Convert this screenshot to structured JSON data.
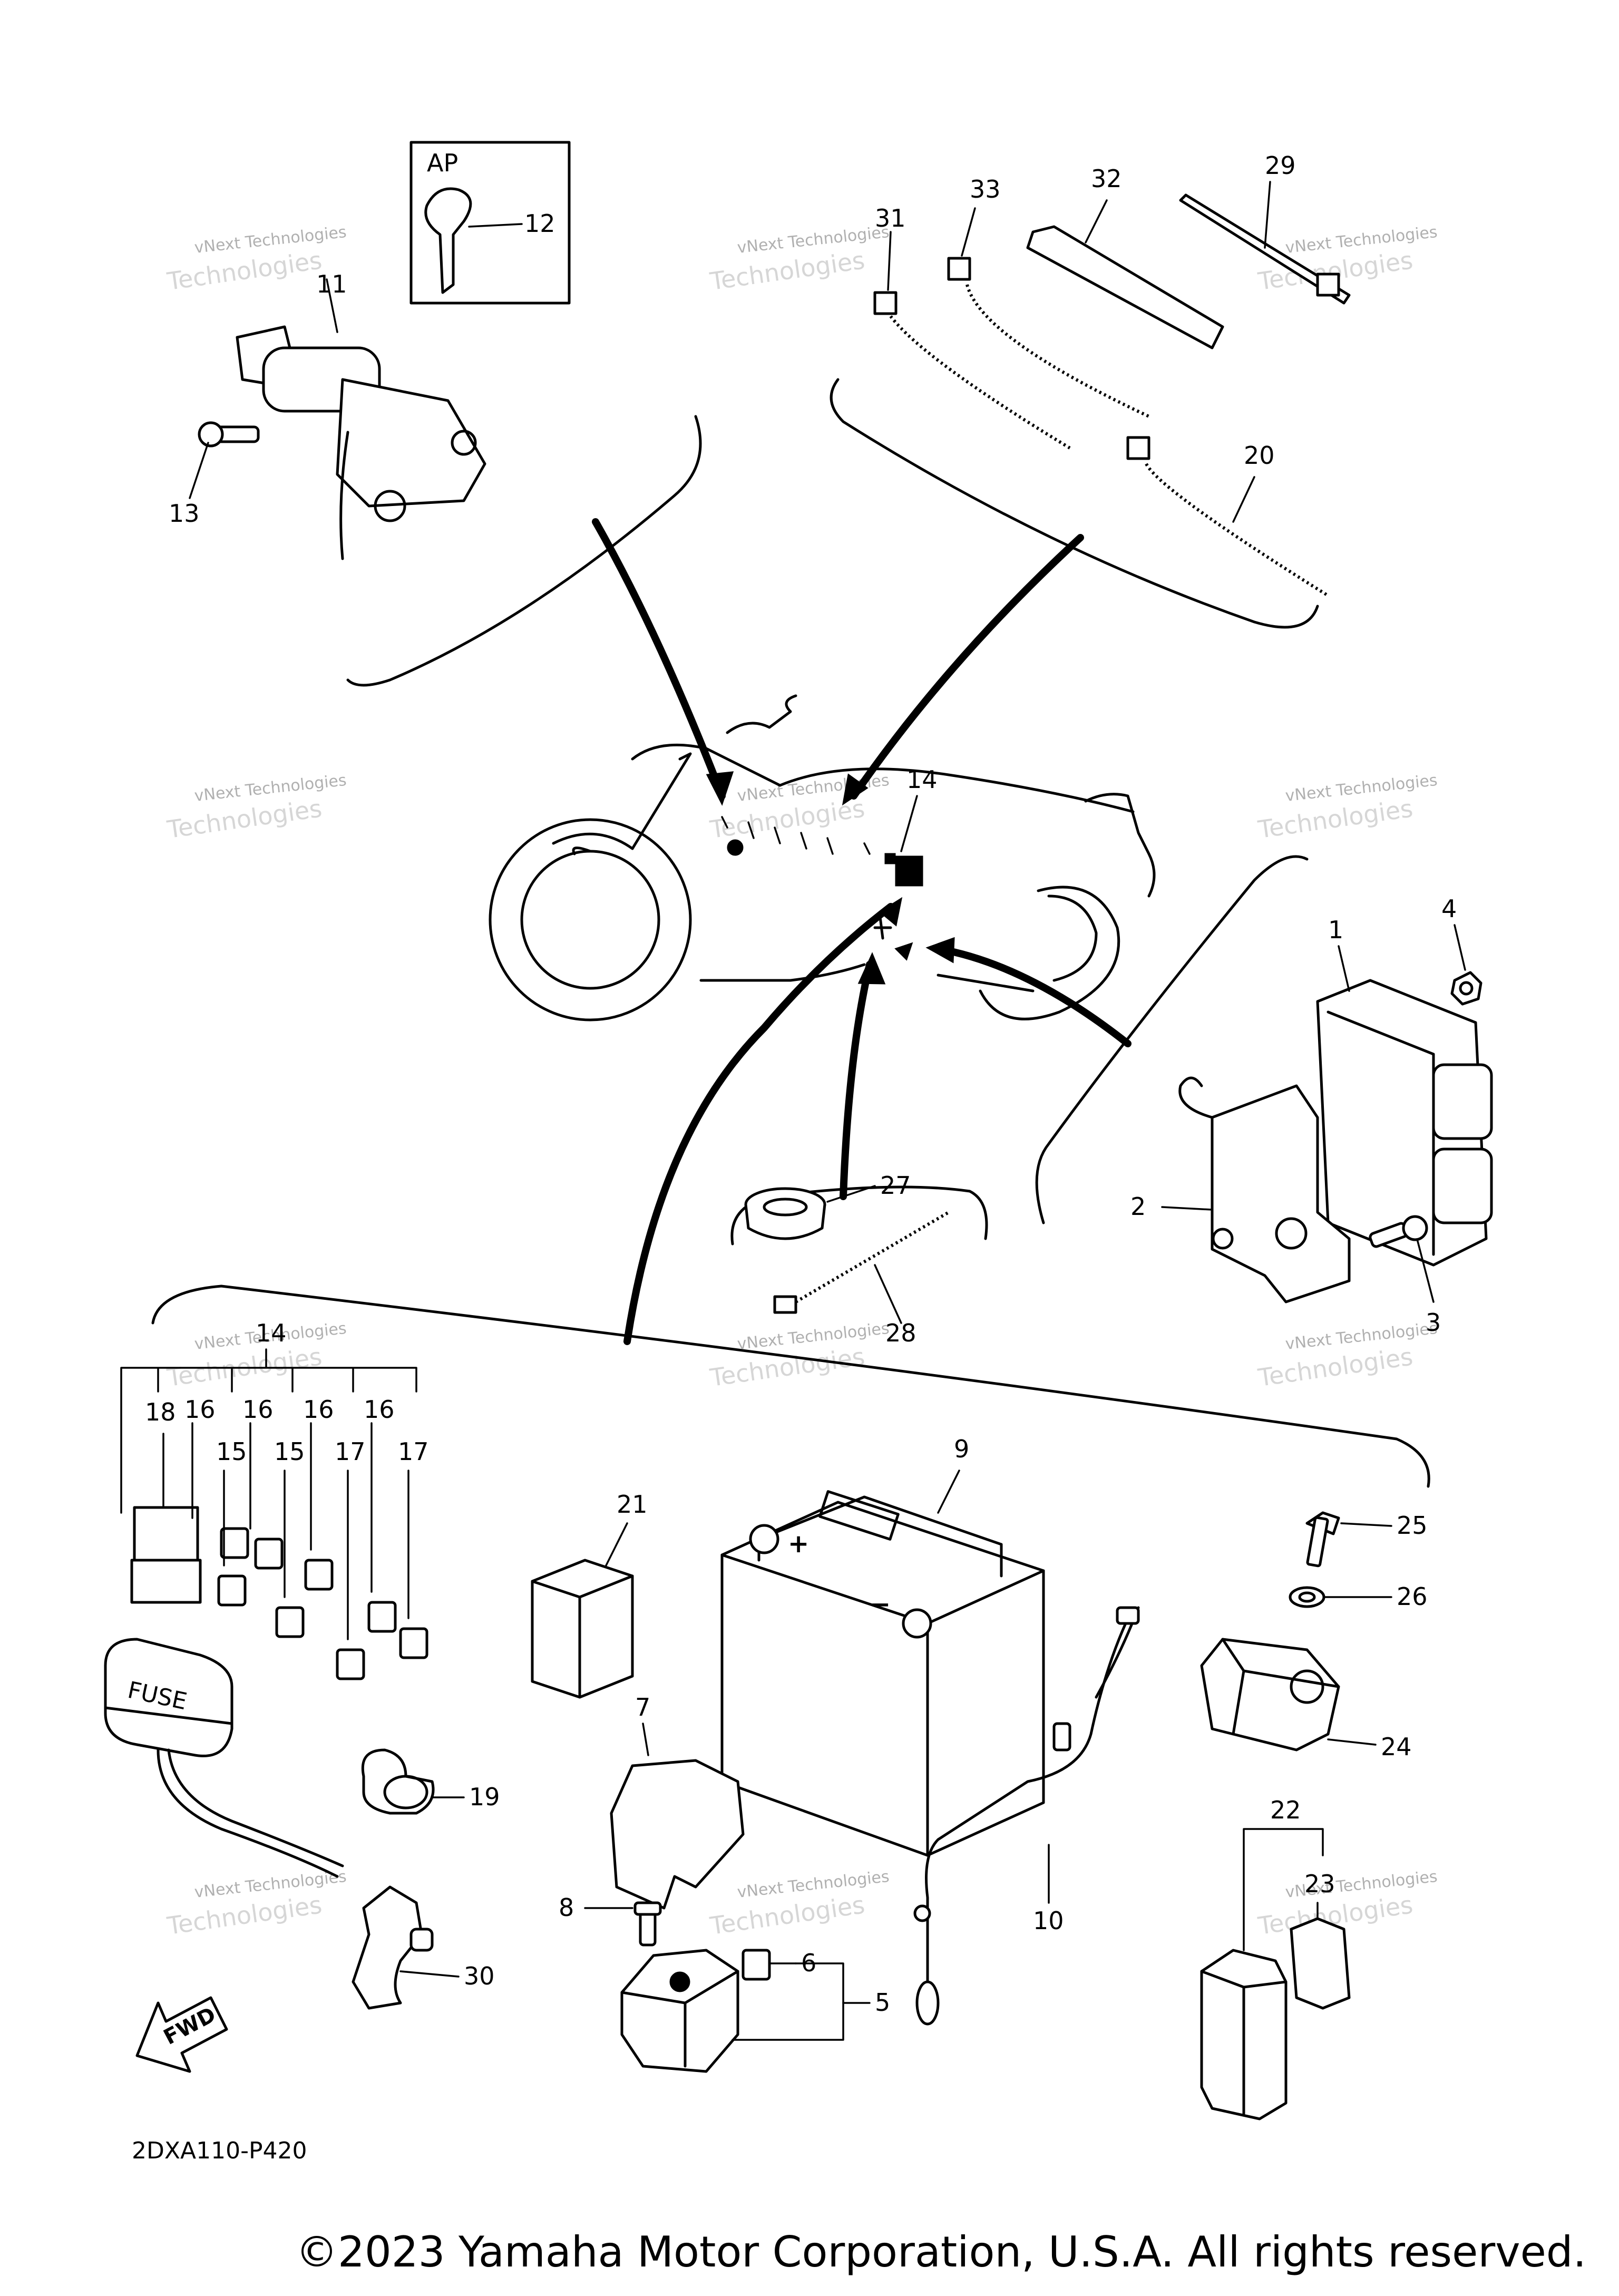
{
  "box_label": "AP",
  "callouts": {
    "c1": "1",
    "c2": "2",
    "c3": "3",
    "c4": "4",
    "c5": "5",
    "c6": "6",
    "c7": "7",
    "c8": "8",
    "c9": "9",
    "c10": "10",
    "c11": "11",
    "c12": "12",
    "c13": "13",
    "c14_bike": "14",
    "c14_fuse": "14",
    "c15a": "15",
    "c15b": "15",
    "c16a": "16",
    "c16b": "16",
    "c16c": "16",
    "c16d": "16",
    "c17a": "17",
    "c17b": "17",
    "c18": "18",
    "c19": "19",
    "c20": "20",
    "c21": "21",
    "c22": "22",
    "c23": "23",
    "c24": "24",
    "c25": "25",
    "c26": "26",
    "c27": "27",
    "c28": "28",
    "c29": "29",
    "c30": "30",
    "c31": "31",
    "c32": "32",
    "c33": "33"
  },
  "fuse_box_label": "FUSE",
  "fwd_label": "FWD",
  "battery_terminal_plus": "+",
  "battery_terminal_minus": "−",
  "diagram_code": "2DXA110-P420",
  "watermark_line1": "vNext Technologies",
  "watermark_line2": "Technologies",
  "copyright": "©2023 Yamaha Motor Corporation, U.S.A. All rights reserved."
}
